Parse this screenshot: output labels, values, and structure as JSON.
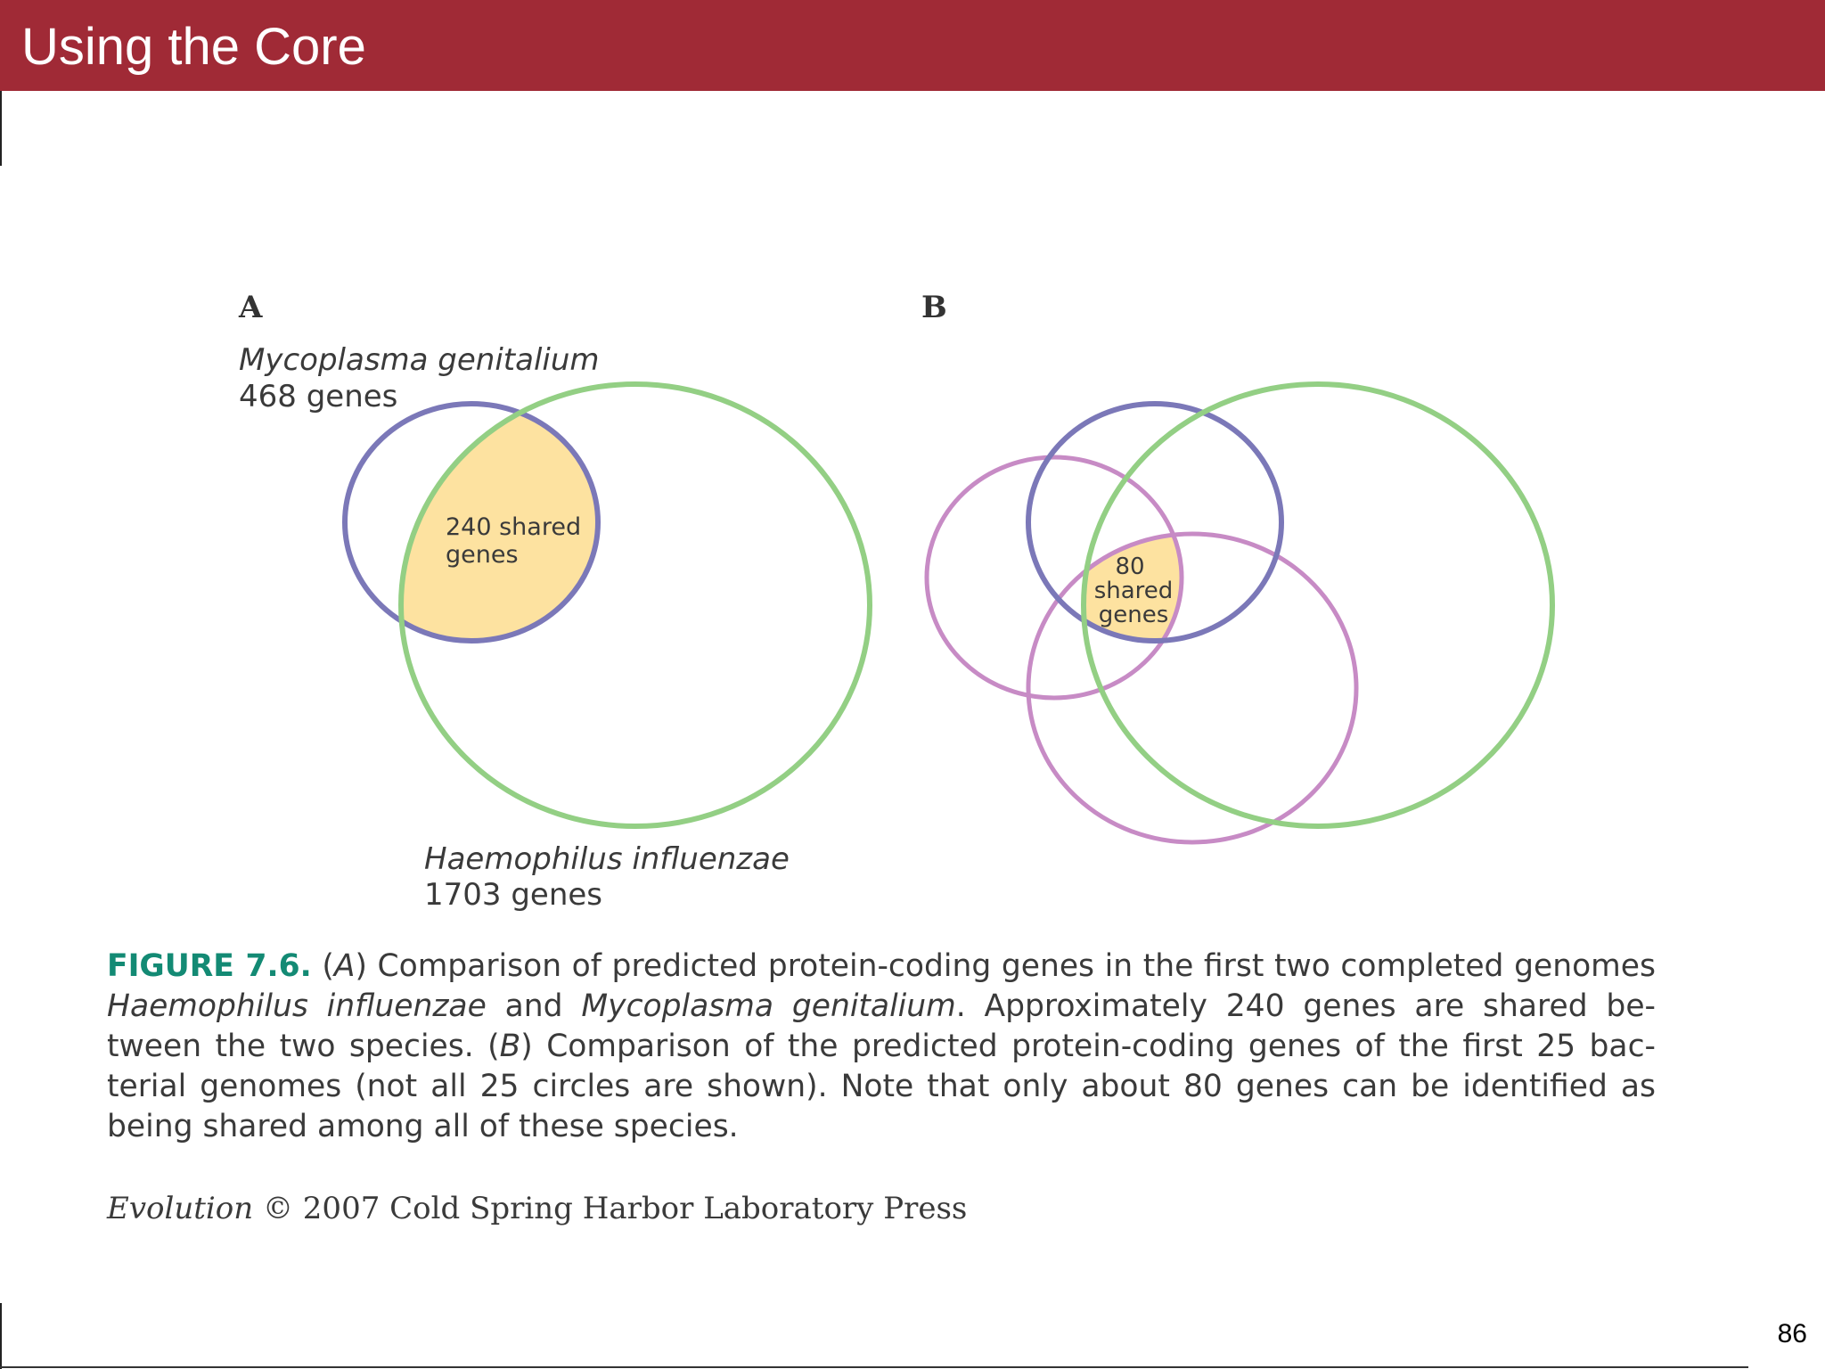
{
  "slide": {
    "title": "Using the Core",
    "page_number": "86"
  },
  "colors": {
    "title_bar": "#a02a36",
    "mycoplasma_circle": "#7b78b8",
    "haemophilus_circle": "#93cf84",
    "other_genome_circles": "#c78bc5",
    "shared_region": "#fde2a0",
    "caption_label": "#138a74"
  },
  "figure": {
    "panel_a": {
      "label": "A",
      "species_1": "Mycoplasma genitalium",
      "species_1_count": "468 genes",
      "shared_label_line1": "240 shared",
      "shared_label_line2": "genes",
      "species_2": "Haemophilus influenzae",
      "species_2_count": "1703 genes"
    },
    "panel_b": {
      "label": "B",
      "shared_label_line1": "80",
      "shared_label_line2": "shared",
      "shared_label_line3": "genes"
    },
    "caption": {
      "label": "FIGURE 7.6.",
      "text_1": " (",
      "a": "A",
      "text_2": ") Comparison of predicted protein-coding genes in the first two completed genomes ",
      "species_h": "Haemophilus influenzae",
      "text_3": " and ",
      "species_m": "Mycoplasma genitalium",
      "text_4": ". Approximately 240 genes are shared be-tween the two species. (",
      "b": "B",
      "text_5": ") Comparison of the predicted protein-coding genes of the first 25 bac-terial genomes (not all 25 circles are shown). Note that only about 80 genes can be identified as being shared among all of these species."
    },
    "credit": {
      "book": "Evolution",
      "rest": " © 2007 Cold Spring Harbor Laboratory Press"
    }
  }
}
